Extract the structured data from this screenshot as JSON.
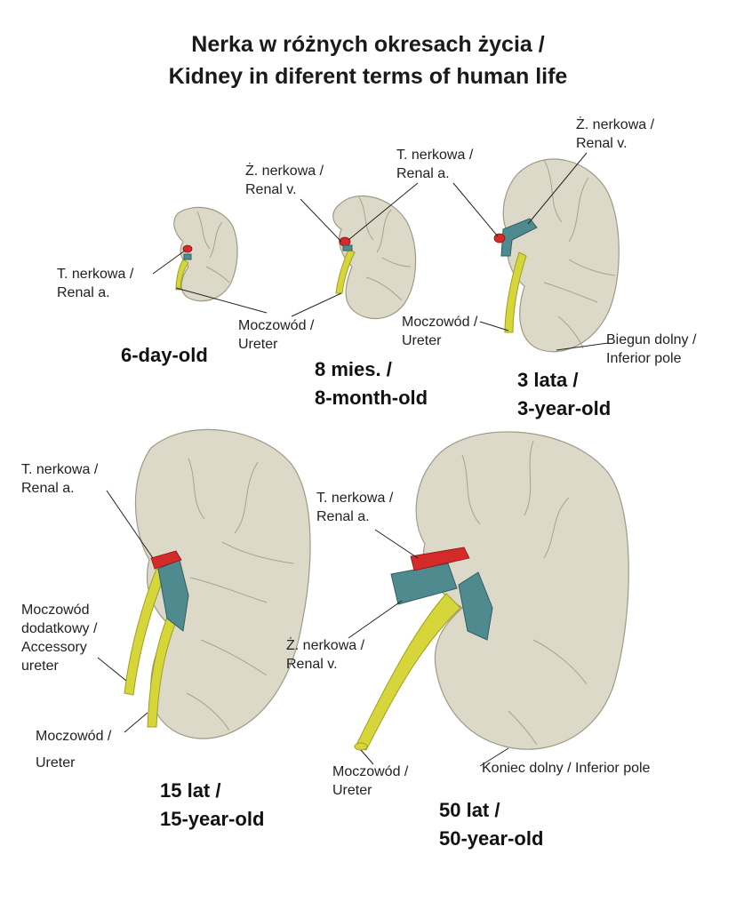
{
  "title": {
    "line1": "Nerka w różnych okresach życia /",
    "line2": "Kidney in diferent terms of human life"
  },
  "labels": {
    "k1_artery": [
      "T. nerkowa /",
      "Renal a."
    ],
    "k1_ureter": [
      "Moczowód /",
      "Ureter"
    ],
    "k1_age": [
      "6-day-old"
    ],
    "k2_vein": [
      "Ż. nerkowa /",
      "Renal v."
    ],
    "k2_artery": [
      "T. nerkowa /",
      "Renal a."
    ],
    "k2_age": [
      "8 mies. /",
      "8-month-old"
    ],
    "k3_vein": [
      "Ż. nerkowa /",
      "Renal v."
    ],
    "k3_ureter": [
      "Moczowód /",
      "Ureter"
    ],
    "k3_pole": [
      "Biegun dolny /",
      "Inferior pole"
    ],
    "k3_age": [
      "3 lata /",
      "3-year-old"
    ],
    "k4_artery": [
      "T. nerkowa /",
      "Renal a."
    ],
    "k4_accessory": [
      "Moczowód",
      "dodatkowy /",
      "Accessory",
      "ureter"
    ],
    "k4_ureter": [
      "Moczowód /",
      "Ureter"
    ],
    "k4_age": [
      "15 lat /",
      "15-year-old"
    ],
    "k5_artery": [
      "T. nerkowa /",
      "Renal a."
    ],
    "k5_vein": [
      "Ż. nerkowa /",
      "Renal v."
    ],
    "k5_ureter": [
      "Moczowód /",
      "Ureter"
    ],
    "k5_pole": [
      "Koniec dolny / Inferior pole"
    ],
    "k5_age": [
      "50 lat /",
      "50-year-old"
    ]
  },
  "colors": {
    "kidney": "#dcd9c9",
    "ureter": "#d6d63a",
    "renal_vein": "#4f8a8e",
    "renal_artery": "#d42a2a"
  }
}
